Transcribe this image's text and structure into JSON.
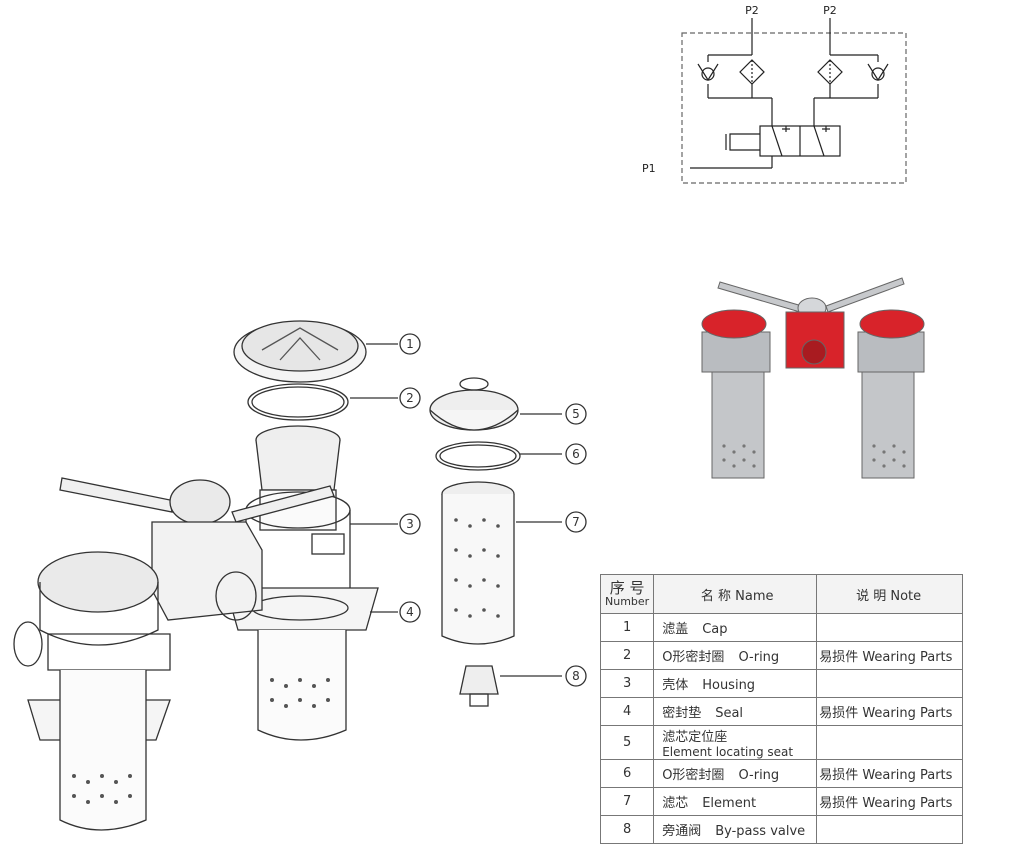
{
  "schematic": {
    "port_left": "P2",
    "port_right": "P2",
    "port_inlet": "P1"
  },
  "exploded_view": {
    "callouts": [
      "1",
      "2",
      "3",
      "4",
      "5",
      "6",
      "7",
      "8"
    ]
  },
  "table": {
    "headers": {
      "no_cn": "序 号",
      "no_en": "Number",
      "name": "名 称 Name",
      "note": "说 明 Note"
    },
    "rows": [
      {
        "no": "1",
        "name_cn": "滤盖",
        "name_en": "Cap",
        "note": ""
      },
      {
        "no": "2",
        "name_cn": "O形密封圈",
        "name_en": "O-ring",
        "note": "易损件 Wearing Parts"
      },
      {
        "no": "3",
        "name_cn": "壳体",
        "name_en": "Housing",
        "note": ""
      },
      {
        "no": "4",
        "name_cn": "密封垫",
        "name_en": "Seal",
        "note": "易损件 Wearing Parts"
      },
      {
        "no": "5",
        "name_cn": "滤芯定位座",
        "name_en": "Element locating seat",
        "note": ""
      },
      {
        "no": "6",
        "name_cn": "O形密封圈",
        "name_en": "O-ring",
        "note": "易损件 Wearing Parts"
      },
      {
        "no": "7",
        "name_cn": "滤芯",
        "name_en": "Element",
        "note": "易损件 Wearing Parts"
      },
      {
        "no": "8",
        "name_cn": "旁通阀",
        "name_en": "By-pass valve",
        "note": ""
      }
    ]
  },
  "colors": {
    "cap_red": "#d8232a",
    "steel": "#b9bcc0",
    "line": "#222222"
  }
}
